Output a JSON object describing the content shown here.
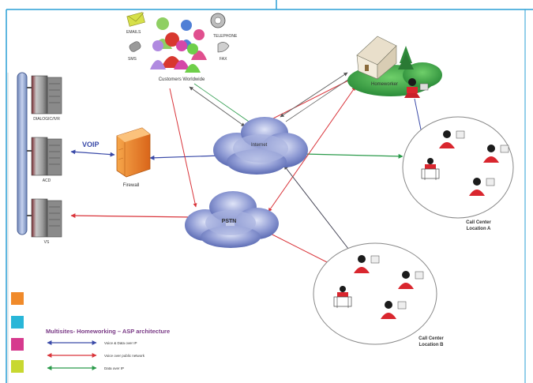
{
  "channels": {
    "emails": "EMAILS",
    "telephone": "TELEPHONE",
    "sms": "SMS",
    "fax": "FAX",
    "customers": "Customers Worldwide"
  },
  "servers": {
    "top": "DIALOGIC/IVR",
    "middle": "ACD",
    "bottom": "VS"
  },
  "voip_label": "VOIP",
  "firewall_label": "Firewall",
  "internet_label": "Internet",
  "pstn_label": "PSTN",
  "homeworker_label": "Homeworker",
  "location_a": {
    "line1": "Call Center",
    "line2": "Location A"
  },
  "location_b": {
    "line1": "Call Center",
    "line2": "Location B"
  },
  "legend": {
    "title": "Multisites- Homeworking – ASP architecture",
    "items": [
      {
        "text": "Voice & Data over IP",
        "color": "#3a4aa8"
      },
      {
        "text": "Voice over public network",
        "color": "#d9343a"
      },
      {
        "text": "Data over IP",
        "color": "#2a9a4a"
      }
    ]
  },
  "colors": {
    "frame_border": "#2a9fd6",
    "blue_link": "#3a4aa8",
    "red_link": "#d9343a",
    "green_link": "#2a9a4a",
    "cloud": "#6f7fc4",
    "homeworker_cloud": "#2f9a3f",
    "side_swatches": [
      "#f08a2a",
      "#29b6d8",
      "#d63a8e",
      "#c8d830"
    ]
  }
}
